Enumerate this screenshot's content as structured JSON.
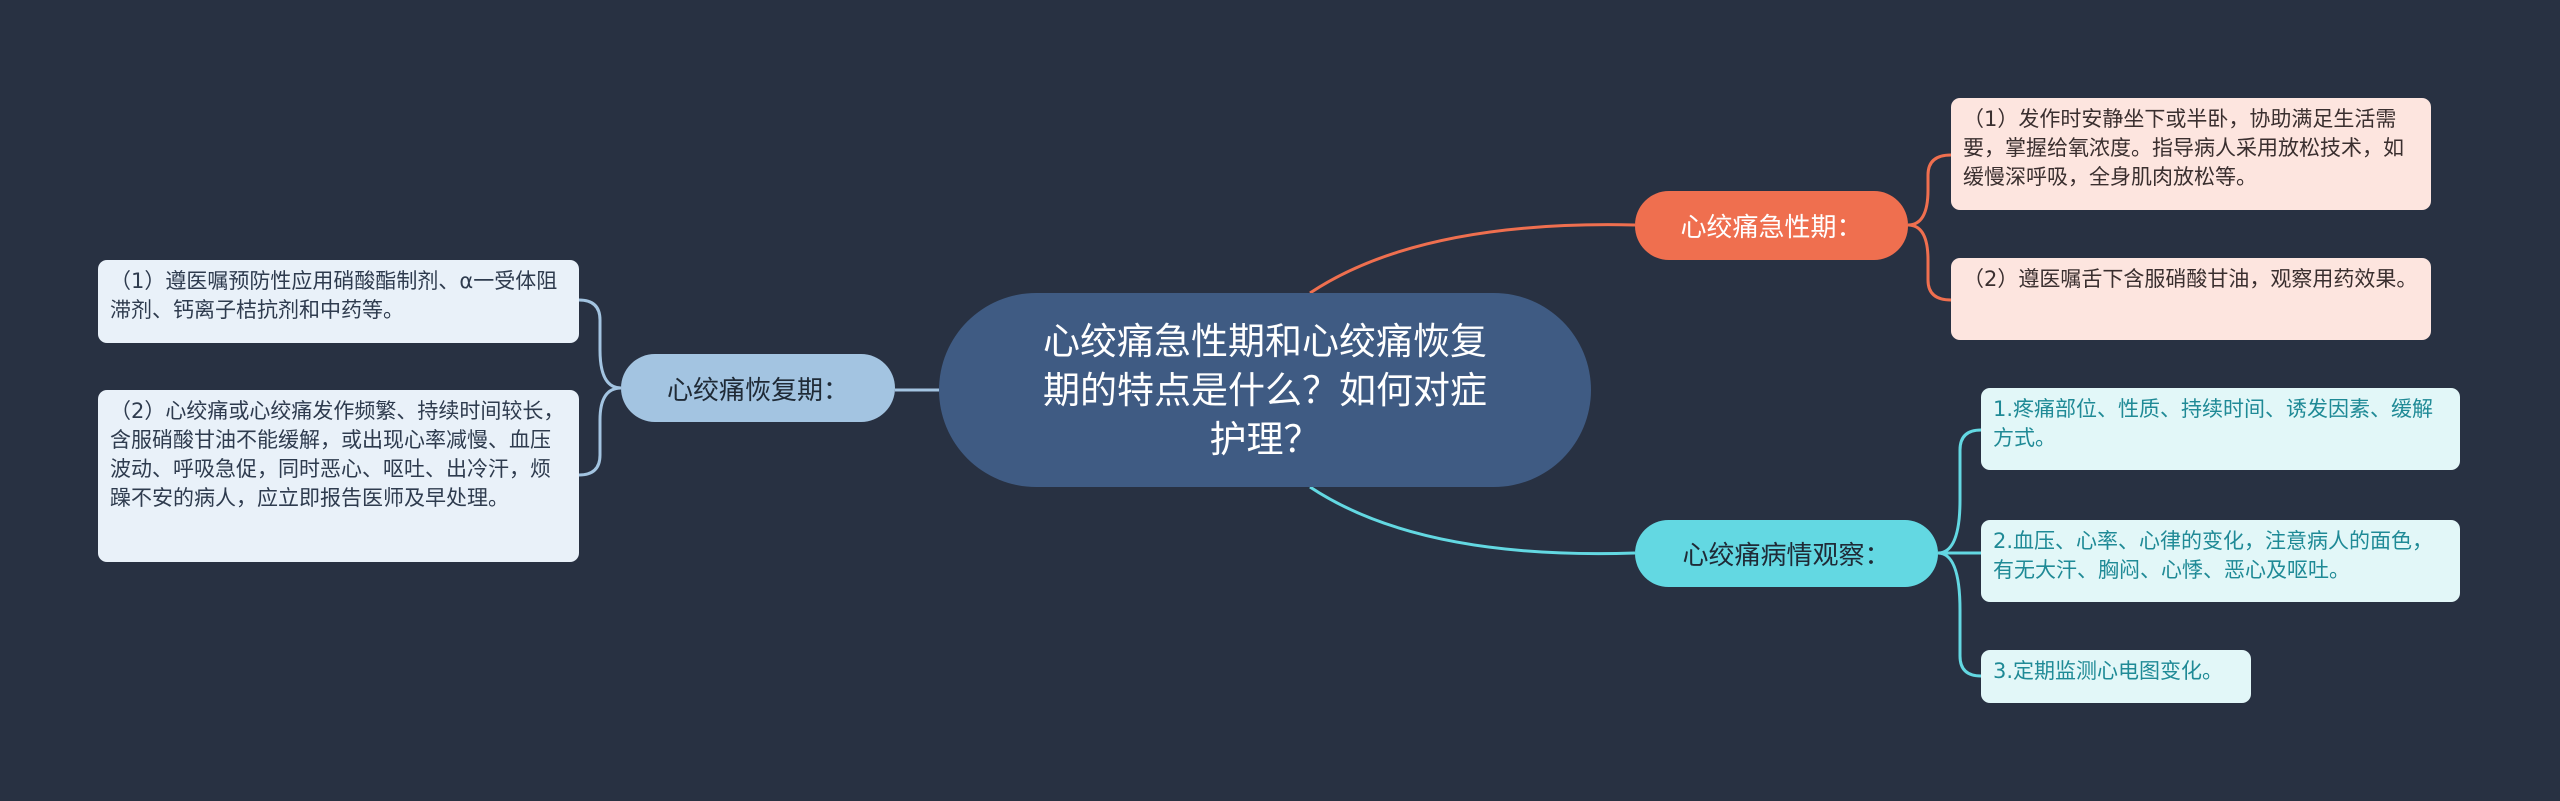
{
  "colors": {
    "background": "#283142",
    "center": "#3f5b83",
    "acute": "#ef6f4f",
    "observe": "#63d8e2",
    "recover": "#a3c4e1"
  },
  "center": {
    "title": "心绞痛急性期和心绞痛恢复期的特点是什么？如何对症护理？"
  },
  "branches": {
    "acute": {
      "label": "心绞痛急性期：",
      "items": [
        "（1）发作时安静坐下或半卧，协助满足生活需要，掌握给氧浓度。指导病人采用放松技术，如缓慢深呼吸，全身肌肉放松等。",
        "（2）遵医嘱舌下含服硝酸甘油，观察用药效果。"
      ]
    },
    "observe": {
      "label": "心绞痛病情观察：",
      "items": [
        "1.疼痛部位、性质、持续时间、诱发因素、缓解方式。",
        "2.血压、心率、心律的变化，注意病人的面色，有无大汗、胸闷、心悸、恶心及呕吐。",
        "3.定期监测心电图变化。"
      ]
    },
    "recover": {
      "label": "心绞痛恢复期：",
      "items": [
        "（1）遵医嘱预防性应用硝酸酯制剂、α一受体阻滞剂、钙离子桔抗剂和中药等。",
        "（2）心绞痛或心绞痛发作频繁、持续时间较长，含服硝酸甘油不能缓解，或出现心率减慢、血压波动、呼吸急促，同时恶心、呕吐、出冷汗，烦躁不安的病人，应立即报告医师及早处理。"
      ]
    }
  }
}
